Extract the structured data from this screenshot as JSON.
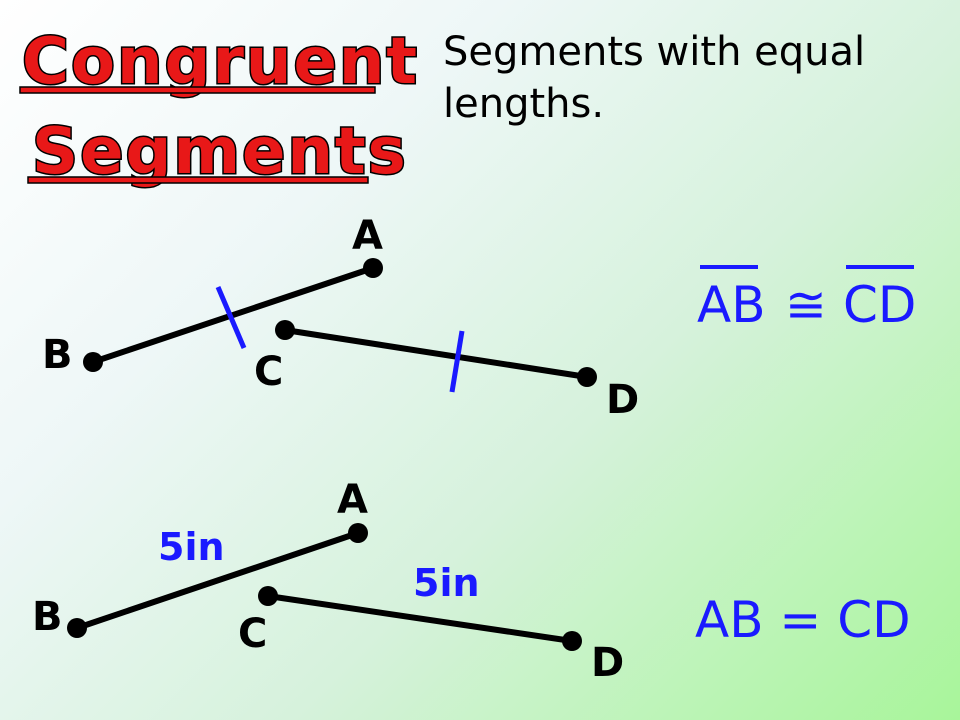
{
  "title": {
    "line1": "Congruent",
    "line2": "Segments"
  },
  "definition": "Segments with equal lengths.",
  "figure_top": {
    "points": {
      "a": "A",
      "b": "B",
      "c": "C",
      "d": "D"
    },
    "statement": {
      "left": "AB",
      "symbol": "≅",
      "right": "CD"
    }
  },
  "figure_bottom": {
    "points": {
      "a": "A",
      "b": "B",
      "c": "C",
      "d": "D"
    },
    "length_ab": "5in",
    "length_cd": "5in",
    "statement": "AB = CD"
  },
  "colors": {
    "title_fill": "#e81818",
    "accent_blue": "#1a1aff",
    "ink": "#000000"
  }
}
